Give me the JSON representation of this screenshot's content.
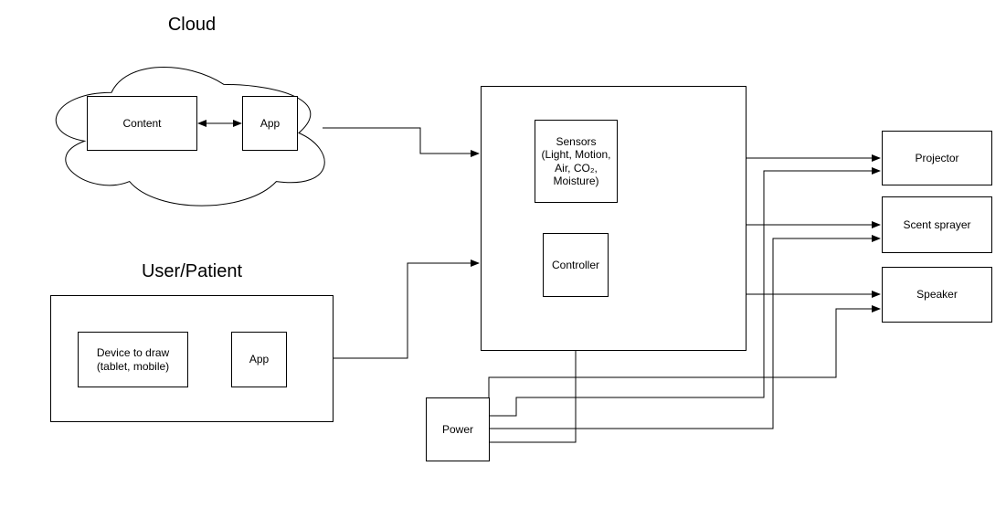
{
  "colors": {
    "stroke": "#000000",
    "canvas": "#ffffff"
  },
  "cloud_group": {
    "title": "Cloud",
    "content_label": "Content",
    "app_label": "App"
  },
  "user_group": {
    "title": "User/Patient",
    "device_label": "Device to draw\n(tablet, mobile)",
    "app_label": "App"
  },
  "system": {
    "sensors_label": "Sensors\n(Light, Motion,\nAir, CO₂,\nMoisture)",
    "controller_label": "Controller"
  },
  "outputs": {
    "projector_label": "Projector",
    "scent_sprayer_label": "Scent sprayer",
    "speaker_label": "Speaker"
  },
  "power": {
    "label": "Power"
  },
  "edges": [
    {
      "id": "content-app",
      "from": "Content",
      "to": "App (cloud)",
      "arrows": "both"
    },
    {
      "id": "device-app",
      "from": "Device to draw",
      "to": "App (user)",
      "arrows": "both"
    },
    {
      "id": "cloud-system",
      "from": "Cloud",
      "to": "System",
      "arrows": "end"
    },
    {
      "id": "user-system",
      "from": "User/Patient",
      "to": "System",
      "arrows": "end"
    },
    {
      "id": "controller-sensors",
      "from": "Controller",
      "to": "Sensors",
      "arrows": "both"
    },
    {
      "id": "power-controller",
      "from": "Power",
      "to": "Controller",
      "arrows": "end"
    },
    {
      "id": "system-projector",
      "from": "System",
      "to": "Projector",
      "arrows": "end"
    },
    {
      "id": "system-scent",
      "from": "System",
      "to": "Scent sprayer",
      "arrows": "end"
    },
    {
      "id": "system-speaker",
      "from": "System",
      "to": "Speaker",
      "arrows": "end"
    },
    {
      "id": "power-projector",
      "from": "Power",
      "to": "Projector",
      "arrows": "end"
    },
    {
      "id": "power-scent",
      "from": "Power",
      "to": "Scent sprayer",
      "arrows": "end"
    },
    {
      "id": "power-speaker",
      "from": "Power",
      "to": "Speaker",
      "arrows": "end"
    }
  ]
}
